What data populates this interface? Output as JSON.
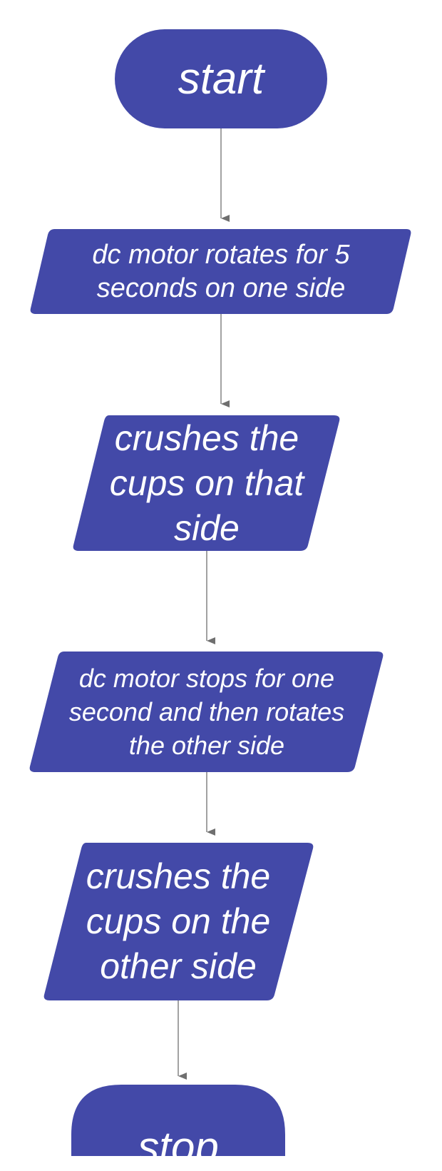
{
  "colors": {
    "shape_fill": "#4349a8",
    "connector": "#6f6f6f",
    "text": "#ffffff",
    "background": "#ffffff"
  },
  "flowchart": {
    "start": {
      "shape": "terminator",
      "label": "start"
    },
    "step1": {
      "shape": "parallelogram",
      "label": "dc motor rotates for 5\nseconds on one side"
    },
    "step2": {
      "shape": "parallelogram",
      "label": "crushes the\ncups on that\nside"
    },
    "step3": {
      "shape": "parallelogram",
      "label": "dc motor stops for one\nsecond and then rotates\nthe other side"
    },
    "step4": {
      "shape": "parallelogram",
      "label": "crushes the\ncups on the\nother side"
    },
    "stop": {
      "shape": "terminator",
      "label": "stop"
    },
    "connectors": [
      {
        "from": "start",
        "to": "step1"
      },
      {
        "from": "step1",
        "to": "step2"
      },
      {
        "from": "step2",
        "to": "step3"
      },
      {
        "from": "step3",
        "to": "step4"
      },
      {
        "from": "step4",
        "to": "stop"
      }
    ]
  }
}
